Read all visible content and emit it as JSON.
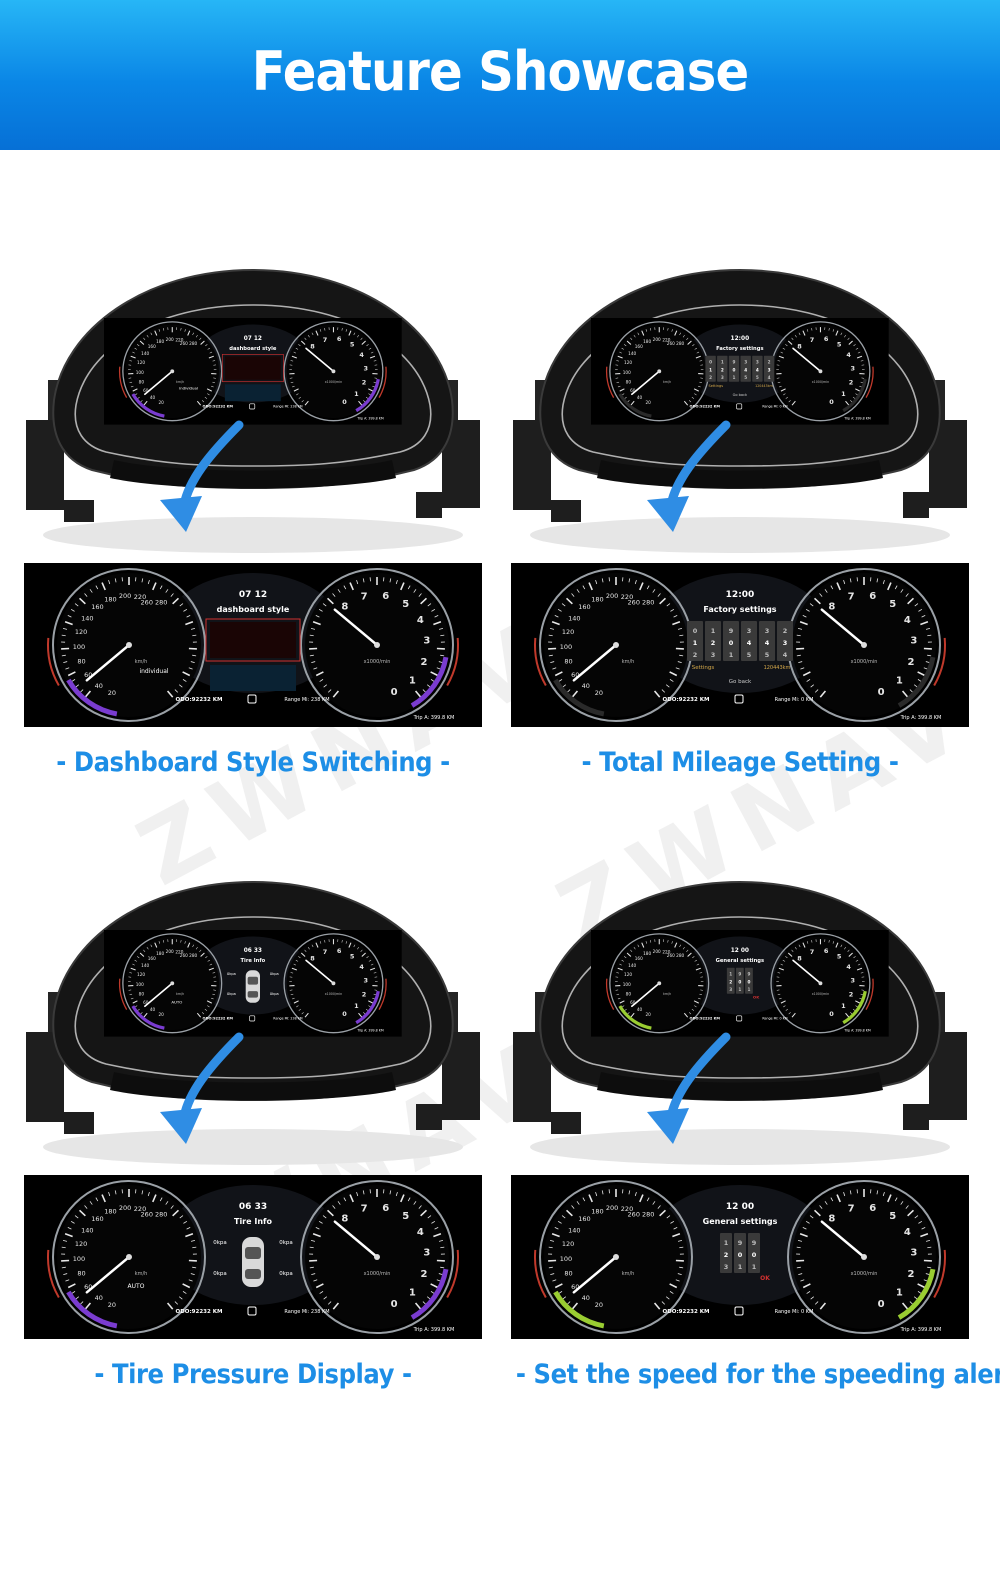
{
  "header": {
    "title": "Feature Showcase"
  },
  "watermark": {
    "text": "ZWNAV"
  },
  "features": [
    {
      "caption": "- Dashboard Style Switching -",
      "screen": {
        "time": "07  12",
        "heading": "dashboard style",
        "odo": "ODO:92232 KM",
        "range": "Range Mi: 238 KM",
        "trip": "Trip A: 399.8 KM",
        "mode": "individual",
        "accent": "#7a3cd0",
        "left_ticks": [
          "260 280",
          "220",
          "200",
          "180",
          "160",
          "140",
          "120",
          "100",
          "80",
          "60",
          "40",
          "20"
        ],
        "right_ticks": [
          "8",
          "7",
          "6",
          "5",
          "4",
          "3",
          "2",
          "1",
          "0"
        ],
        "kmh": "km/h",
        "rpm": "x1000/min"
      }
    },
    {
      "caption": "- Total Mileage Setting -",
      "screen": {
        "time": "12:00",
        "heading": "Factory settings",
        "odo": "ODO:92232 KM",
        "range": "Range Mi: 0 KM",
        "trip": "Trip A: 399.8 KM",
        "digits": [
          [
            "0",
            "1",
            "2"
          ],
          [
            "1",
            "2",
            "3"
          ],
          [
            "9",
            "0",
            "1"
          ],
          [
            "3",
            "4",
            "5"
          ],
          [
            "3",
            "4",
            "5"
          ],
          [
            "2",
            "3",
            "4"
          ]
        ],
        "settings_label": "Settings",
        "km_value": "120443km",
        "go_back": "Go back",
        "accent": "#2a2a2a",
        "left_ticks": [
          "260 280",
          "220",
          "200",
          "180",
          "160",
          "140",
          "120",
          "100",
          "80",
          "60",
          "40",
          "20"
        ],
        "right_ticks": [
          "8",
          "7",
          "6",
          "5",
          "4",
          "3",
          "2",
          "1",
          "0"
        ],
        "kmh": "km/h",
        "rpm": "x1000/min"
      }
    },
    {
      "caption": "- Tire Pressure Display -",
      "screen": {
        "time": "06  33",
        "heading": "Tire Info",
        "odo": "ODO:92232 KM",
        "range": "Range Mi: 238 KM",
        "trip": "Trip A: 399.8 KM",
        "tires": [
          "0kpa",
          "0kpa",
          "0kpa",
          "0kpa"
        ],
        "mode": "AUTO",
        "accent": "#7a3cd0",
        "left_ticks": [
          "260 280",
          "220",
          "200",
          "180",
          "160",
          "140",
          "120",
          "100",
          "80",
          "60",
          "40",
          "20"
        ],
        "right_ticks": [
          "8",
          "7",
          "6",
          "5",
          "4",
          "3",
          "2",
          "1",
          "0"
        ],
        "kmh": "km/h",
        "rpm": "x1000/min"
      }
    },
    {
      "caption": "- Set the speed for the speeding alert -",
      "screen": {
        "time": "12  00",
        "heading": "General settings",
        "odo": "ODO:92232 KM",
        "range": "Range Mi: 0 KM",
        "trip": "Trip A: 399.8 KM",
        "digits": [
          [
            "1",
            "2",
            "3"
          ],
          [
            "9",
            "0",
            "1"
          ],
          [
            "9",
            "0",
            "1"
          ]
        ],
        "ok": "OK",
        "accent": "#9acd32",
        "left_ticks": [
          "260 280",
          "220",
          "200",
          "180",
          "160",
          "140",
          "120",
          "100",
          "80",
          "60",
          "40",
          "20"
        ],
        "right_ticks": [
          "8",
          "7",
          "6",
          "5",
          "4",
          "3",
          "2",
          "1",
          "0"
        ],
        "kmh": "km/h",
        "rpm": "x1000/min"
      }
    }
  ],
  "colors": {
    "banner": "#0a86e6",
    "caption": "#1d8ee6",
    "arrow": "#2f8de4"
  }
}
